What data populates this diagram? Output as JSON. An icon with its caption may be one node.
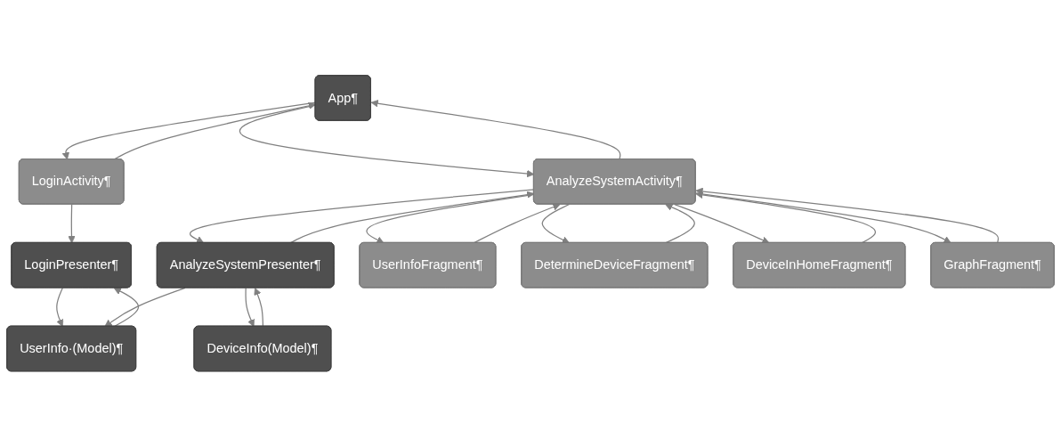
{
  "diagram": {
    "nodes": [
      {
        "text": [
          "UserInfo·(Model)¶"
        ]
      },
      {
        "text": [
          "App¶"
        ]
      },
      {
        "text": [
          "DeviceInfo(Model)¶"
        ]
      },
      {
        "text": [
          "LoginPresenter¶"
        ]
      },
      {
        "text": [
          "AnalyzeSystemPresenter¶"
        ]
      },
      {
        "text": [
          "LoginActivity¶"
        ]
      },
      {
        "text": [
          "AnalyzeSystemActivity¶"
        ]
      },
      {
        "text": [
          "UserInfoFragment¶"
        ]
      },
      {
        "text": [
          "DetermineDeviceFragment¶"
        ]
      },
      {
        "text": [
          "DeviceInHomeFragment¶"
        ]
      },
      {
        "text": [
          "GraphFragment¶"
        ]
      }
    ],
    "edges": [
      {
        "from": 3,
        "to": 0,
        "arrow": "to"
      },
      {
        "from": 0,
        "to": 3,
        "arrow": "to"
      },
      {
        "from": 1,
        "to": 5,
        "arrow": "to"
      },
      {
        "from": 5,
        "to": 1,
        "arrow": "to"
      },
      {
        "from": 5,
        "to": 3,
        "arrow": "to"
      },
      {
        "from": 1,
        "to": 6,
        "arrow": "to"
      },
      {
        "from": 6,
        "to": 1,
        "arrow": "to"
      },
      {
        "from": 4,
        "to": 0,
        "arrow": "to"
      },
      {
        "from": 4,
        "to": 2,
        "arrow": "to"
      },
      {
        "from": 2,
        "to": 4,
        "arrow": "to"
      },
      {
        "from": 6,
        "to": 4,
        "arrow": "to"
      },
      {
        "from": 4,
        "to": 6,
        "arrow": "to"
      },
      {
        "from": 6,
        "to": 7,
        "arrow": "to"
      },
      {
        "from": 7,
        "to": 6,
        "arrow": "to"
      },
      {
        "from": 6,
        "to": 8,
        "arrow": "to"
      },
      {
        "from": 8,
        "to": 6,
        "arrow": "to"
      },
      {
        "from": 6,
        "to": 9,
        "arrow": "to"
      },
      {
        "from": 9,
        "to": 6,
        "arrow": "to"
      },
      {
        "from": 6,
        "to": 10,
        "arrow": "to"
      },
      {
        "from": 10,
        "to": 6,
        "arrow": "to"
      }
    ]
  }
}
